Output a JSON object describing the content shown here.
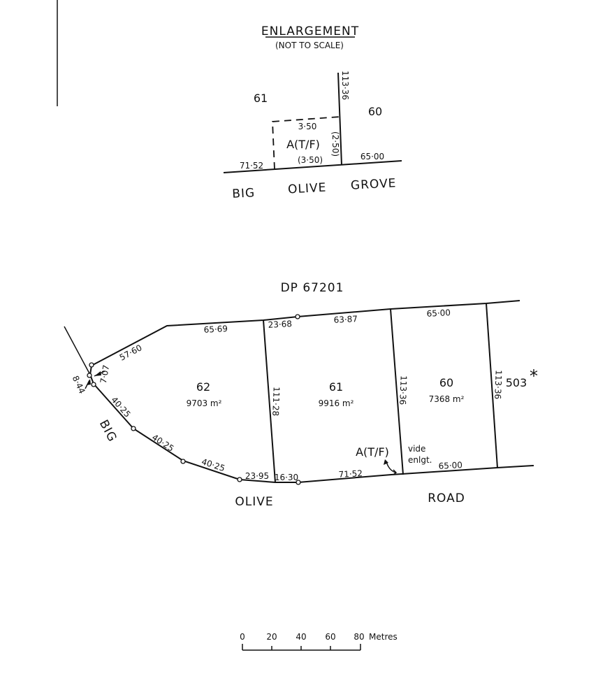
{
  "enlargement": {
    "title": "ENLARGEMENT",
    "subtitle": "(NOT TO SCALE)",
    "lot_61": "61",
    "lot_60": "60",
    "dim_113_36": "113·36",
    "dim_3_50_top": "3·50",
    "dim_3_50_bottom": "(3·50)",
    "dim_2_50": "(2·50)",
    "easement": "A(T/F)",
    "dim_71_52": "71·52",
    "dim_65_00": "65·00",
    "road_big": "BIG",
    "road_olive": "OLIVE",
    "road_grove": "GROVE"
  },
  "plan": {
    "dp_label": "DP 67201",
    "lots": [
      {
        "number": "62",
        "area": "9703 m²"
      },
      {
        "number": "61",
        "area": "9916 m²"
      },
      {
        "number": "60",
        "area": "7368 m²"
      }
    ],
    "adjacent_lot": "503",
    "adjacent_mark": "*",
    "dims": {
      "d65_69": "65·69",
      "d23_68": "23·68",
      "d63_87": "63·87",
      "d65_00_top": "65·00",
      "d57_60": "57·60",
      "d7_07": "7·07",
      "d8_44": "8·44",
      "d40_25_a": "40·25",
      "d40_25_b": "40·25",
      "d40_25_c": "40·25",
      "d111_28": "111·28",
      "d113_36_a": "113·36",
      "d113_36_b": "113·36",
      "d23_95": "23·95",
      "d16_30": "16·30",
      "d71_52": "71·52",
      "d65_00_bottom": "65·00"
    },
    "easement": "A(T/F)",
    "vide_line1": "vide",
    "vide_line2": "enlgt.",
    "road_big": "BIG",
    "road_olive": "OLIVE",
    "road_road": "ROAD"
  },
  "scale_bar": {
    "ticks": [
      "0",
      "20",
      "40",
      "60",
      "80"
    ],
    "unit": "Metres"
  }
}
